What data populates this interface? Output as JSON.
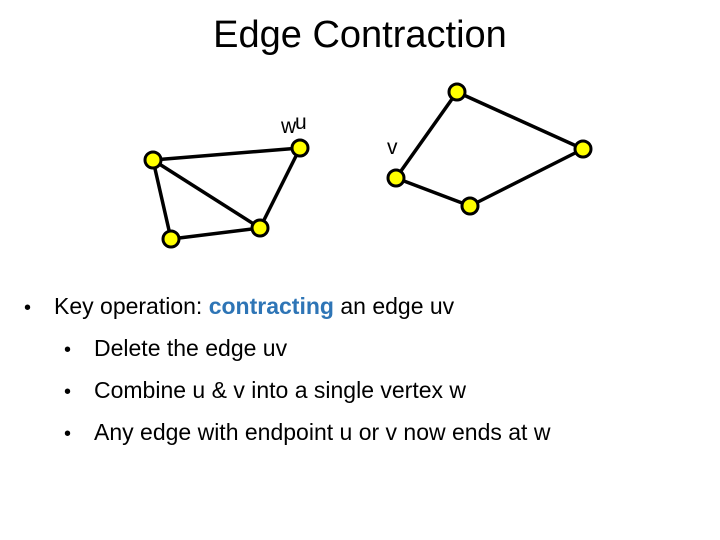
{
  "title": "Edge Contraction",
  "graph": {
    "labels": {
      "w": "w",
      "u": "u",
      "v": "v"
    },
    "vertex_fill": "#ffff00",
    "vertex_stroke": "#000000",
    "edge_color": "#000000"
  },
  "bullets": {
    "main": {
      "prefix": "Key operation: ",
      "highlight": "contracting",
      "suffix": " an edge uv",
      "highlight_color": "#2e75b6"
    },
    "sub": [
      "Delete the edge uv",
      "Combine u & v into a single vertex w",
      "Any edge with endpoint u or v now ends at w"
    ]
  }
}
